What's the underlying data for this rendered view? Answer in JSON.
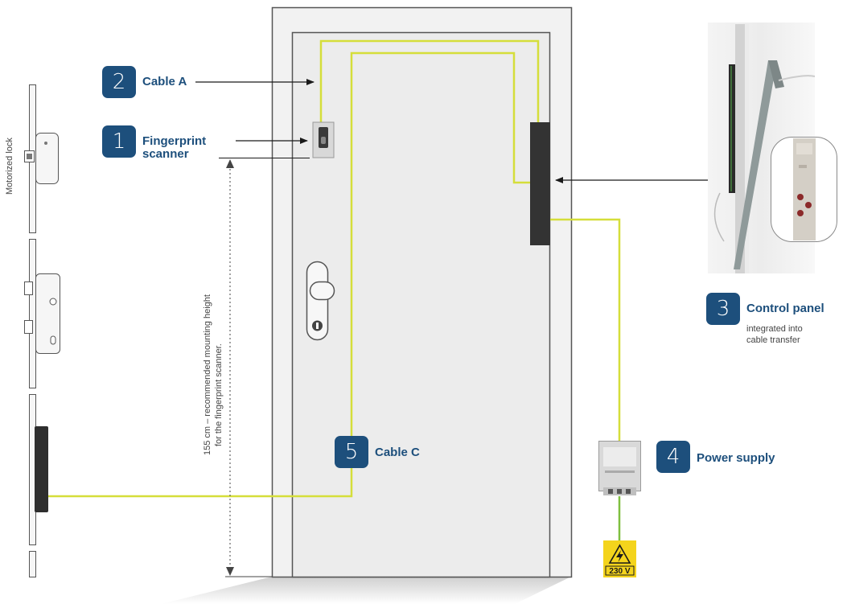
{
  "labels": {
    "motorized_lock": "Motorized lock",
    "height_line1": "155 cm – recommended mounting height",
    "height_line2": "for the fingerprint scanner."
  },
  "items": [
    {
      "number": "1",
      "title_line1": "Fingerprint",
      "title_line2": "scanner"
    },
    {
      "number": "2",
      "title": "Cable A"
    },
    {
      "number": "3",
      "title": "Control panel",
      "subtitle_line1": "integrated into",
      "subtitle_line2": "cable transfer"
    },
    {
      "number": "4",
      "title": "Power supply"
    },
    {
      "number": "5",
      "title": "Cable C"
    }
  ],
  "mains": {
    "voltage": "230 V"
  },
  "colors": {
    "badge": "#1d4f7c",
    "cable": "#d5de3a",
    "ground_cable": "#7fbf3f",
    "door_fill": "#efefef",
    "door_outline": "#555555",
    "cable_transfer": "#333333",
    "warning_yellow": "#f4d41c"
  },
  "icons": [
    "lightning-warning-icon",
    "fingerprint-scanner-icon",
    "door-handle-icon",
    "power-supply-icon"
  ]
}
